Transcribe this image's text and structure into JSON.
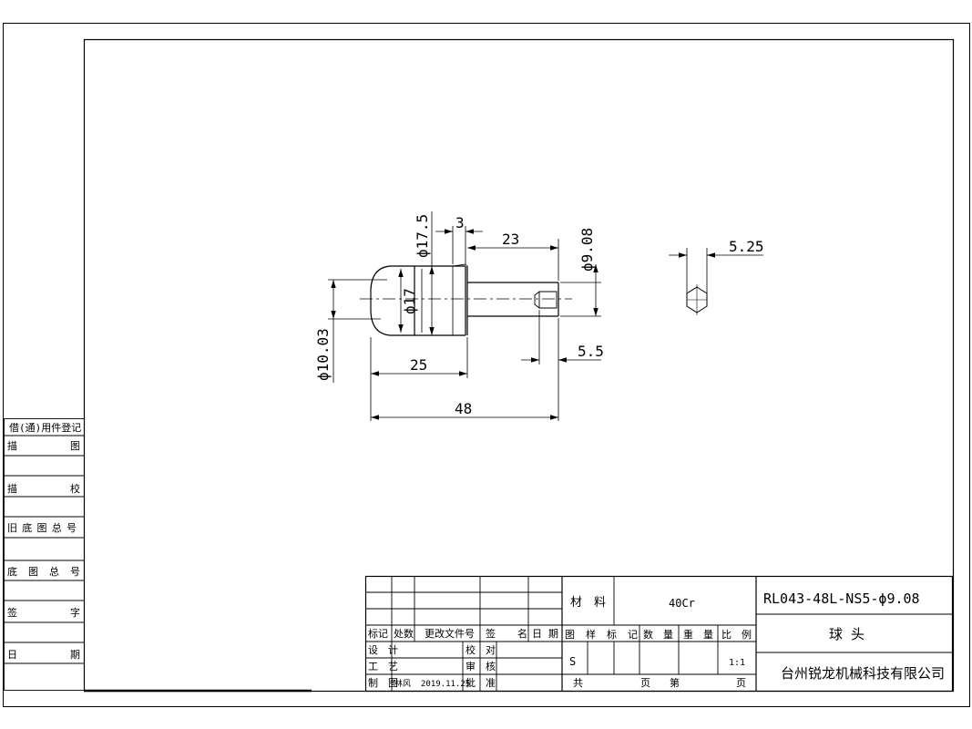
{
  "dimensions": {
    "d17_5": "ϕ17.5",
    "d3": "3",
    "d23": "23",
    "d9_08": "ϕ9.08",
    "d17": "ϕ17",
    "d10_03": "ϕ10.03",
    "d25": "25",
    "d5_5": "5.5",
    "d48": "48",
    "d5_25": "5.25"
  },
  "side_register": {
    "title": "借(通)用件登记",
    "rows": [
      "描　　图",
      "描　　校",
      "旧底图总号",
      "底 图 总 号",
      "签　　字",
      "日　　期"
    ]
  },
  "title_block": {
    "rev_headers": [
      "标记",
      "处数",
      "更改文件号",
      "签",
      "名",
      "日",
      "期"
    ],
    "roles": [
      "设　计",
      "工　艺",
      "制　图"
    ],
    "checks": [
      "校　对",
      "审　核",
      "批　准"
    ],
    "drafter": "林风",
    "date": "2019.11.25",
    "material_label": "材　料",
    "material_value": "40Cr",
    "sample_headers": [
      "图　样　标　记",
      "数　量",
      "重　量",
      "比　例"
    ],
    "sample_mark": "S",
    "scale": "1:1",
    "total_label": "共",
    "page_label": "页",
    "nth_label": "第",
    "page_label2": "页",
    "part_number": "RL043-48L-NS5-ϕ9.08",
    "part_name": "球 头",
    "company": "台州锐龙机械科技有限公司"
  }
}
